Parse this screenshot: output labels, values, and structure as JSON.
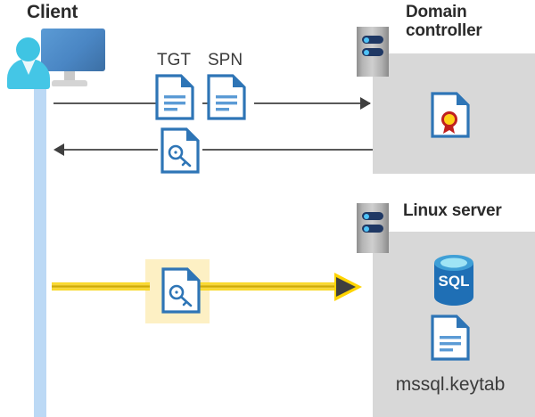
{
  "diagram": {
    "title_client": "Client",
    "title_domain_controller": "Domain controller",
    "title_linux_server": "Linux server",
    "labels": {
      "tgt": "TGT",
      "spn": "SPN",
      "keytab_file": "mssql.keytab",
      "sql_badge": "SQL"
    },
    "icons": {
      "client": "workstation-user-icon",
      "server_rack": "server-rack-icon",
      "tgt_document": "document-icon",
      "spn_document": "document-icon",
      "key_document": "document-key-icon",
      "key_document_highlighted": "document-key-icon",
      "certificate_document": "document-certificate-icon",
      "keytab_document": "document-icon",
      "sql_database": "sql-database-icon",
      "arrow_right": "arrow-right-icon",
      "arrow_left": "arrow-left-icon",
      "arrow_right_highlighted": "arrow-right-highlighted-icon"
    },
    "flows": [
      {
        "name": "request-ticket",
        "direction": "client-to-domain-controller",
        "payload": [
          "TGT",
          "SPN"
        ],
        "style": "gray"
      },
      {
        "name": "receive-service-ticket",
        "direction": "domain-controller-to-client",
        "payload": [
          "key-document"
        ],
        "style": "gray"
      },
      {
        "name": "present-service-ticket",
        "direction": "client-to-linux-server",
        "payload": [
          "key-document"
        ],
        "style": "yellow-highlight"
      }
    ],
    "colors": {
      "panel_gray": "#d8d8d8",
      "lifeline_blue": "#bcd9f5",
      "highlight_yellow": "#fdf0c4",
      "arrow_yellow": "#ffd400",
      "arrow_gray": "#595959",
      "doc_blue": "#2e75b6",
      "sql_blue": "#1f6fb5",
      "cert_red": "#c0201f",
      "cert_gold": "#ffd119",
      "title_text": "#2b2b2b"
    }
  }
}
